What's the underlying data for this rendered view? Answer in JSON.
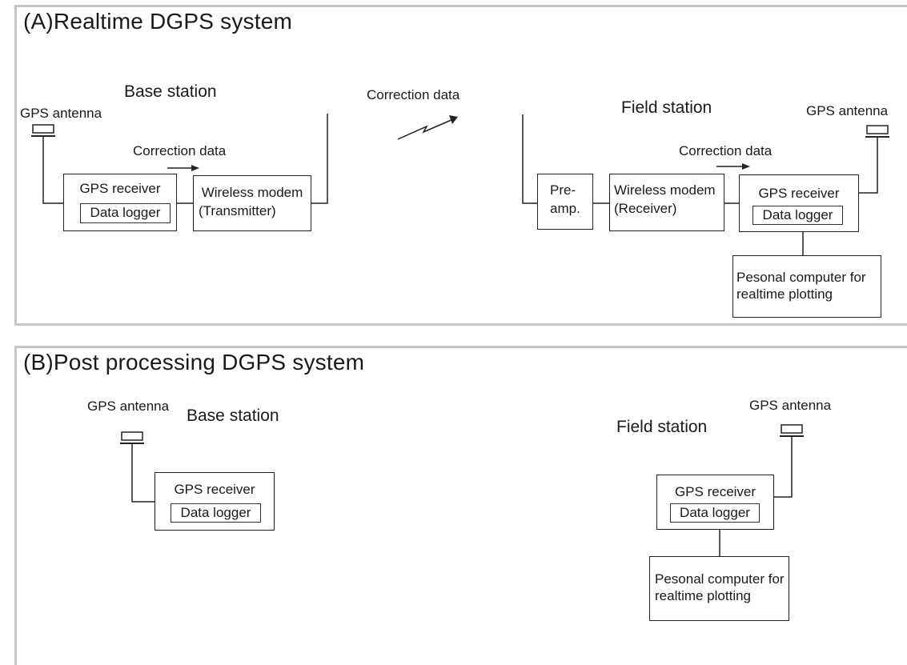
{
  "panel_a": {
    "title": "(A)Realtime DGPS system",
    "base_station": "Base station",
    "field_station": "Field station",
    "gps_antenna_left": "GPS antenna",
    "gps_antenna_right": "GPS antenna",
    "correction_data_air": "Correction data",
    "correction_data_base": "Correction data",
    "correction_data_field": "Correction data",
    "base_receiver": "GPS receiver",
    "base_logger": "Data logger",
    "tx_modem_line1": "Wireless modem",
    "tx_modem_line2": "(Transmitter)",
    "preamp_line1": "Pre-",
    "preamp_line2": "amp.",
    "rx_modem_line1": "Wireless modem",
    "rx_modem_line2": "(Receiver)",
    "field_receiver": "GPS receiver",
    "field_logger": "Data logger",
    "pc_line1": "Pesonal computer for",
    "pc_line2": "realtime plotting"
  },
  "panel_b": {
    "title": "(B)Post processing DGPS system",
    "gps_antenna_left": "GPS antenna",
    "gps_antenna_right": "GPS antenna",
    "base_station": "Base station",
    "field_station": "Field station",
    "base_receiver": "GPS receiver",
    "base_logger": "Data logger",
    "field_receiver": "GPS receiver",
    "field_logger": "Data logger",
    "pc_line1": "Pesonal computer for",
    "pc_line2": "realtime plotting"
  }
}
